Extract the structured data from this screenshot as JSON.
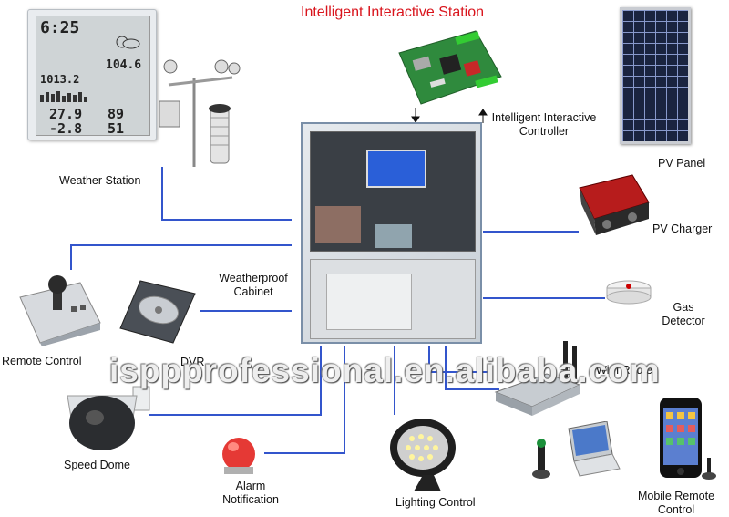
{
  "title": "Intelligent Interactive Station",
  "watermark": "isppprofessional.en.alibaba.com",
  "labels": {
    "weather_station": "Weather Station",
    "controller_line1": "Intelligent Interactive",
    "controller_line2": "Controller",
    "pv_panel": "PV Panel",
    "pv_charger": "PV Charger",
    "cabinet_line1": "Weatherproof",
    "cabinet_line2": "Cabinet",
    "gas_line1": "Gas",
    "gas_line2": "Detector",
    "remote_control": "Remote Control",
    "dvr": "DVR",
    "wifi_router": "WiFi Router",
    "speed_dome": "Speed Dome",
    "alarm_line1": "Alarm",
    "alarm_line2": "Notification",
    "lighting": "Lighting Control",
    "mobile_line1": "Mobile Remote",
    "mobile_line2": "Control"
  },
  "weather_display": {
    "time": "6:25",
    "temp_out": "27.9",
    "humidity": "89",
    "temp_in": "-2.8",
    "dew": "51",
    "pressure": "1013.2",
    "rain": "104.6"
  },
  "colors": {
    "title": "#d9141c",
    "wire": "#3355cc",
    "cabinet_border": "#7a8fa8"
  }
}
